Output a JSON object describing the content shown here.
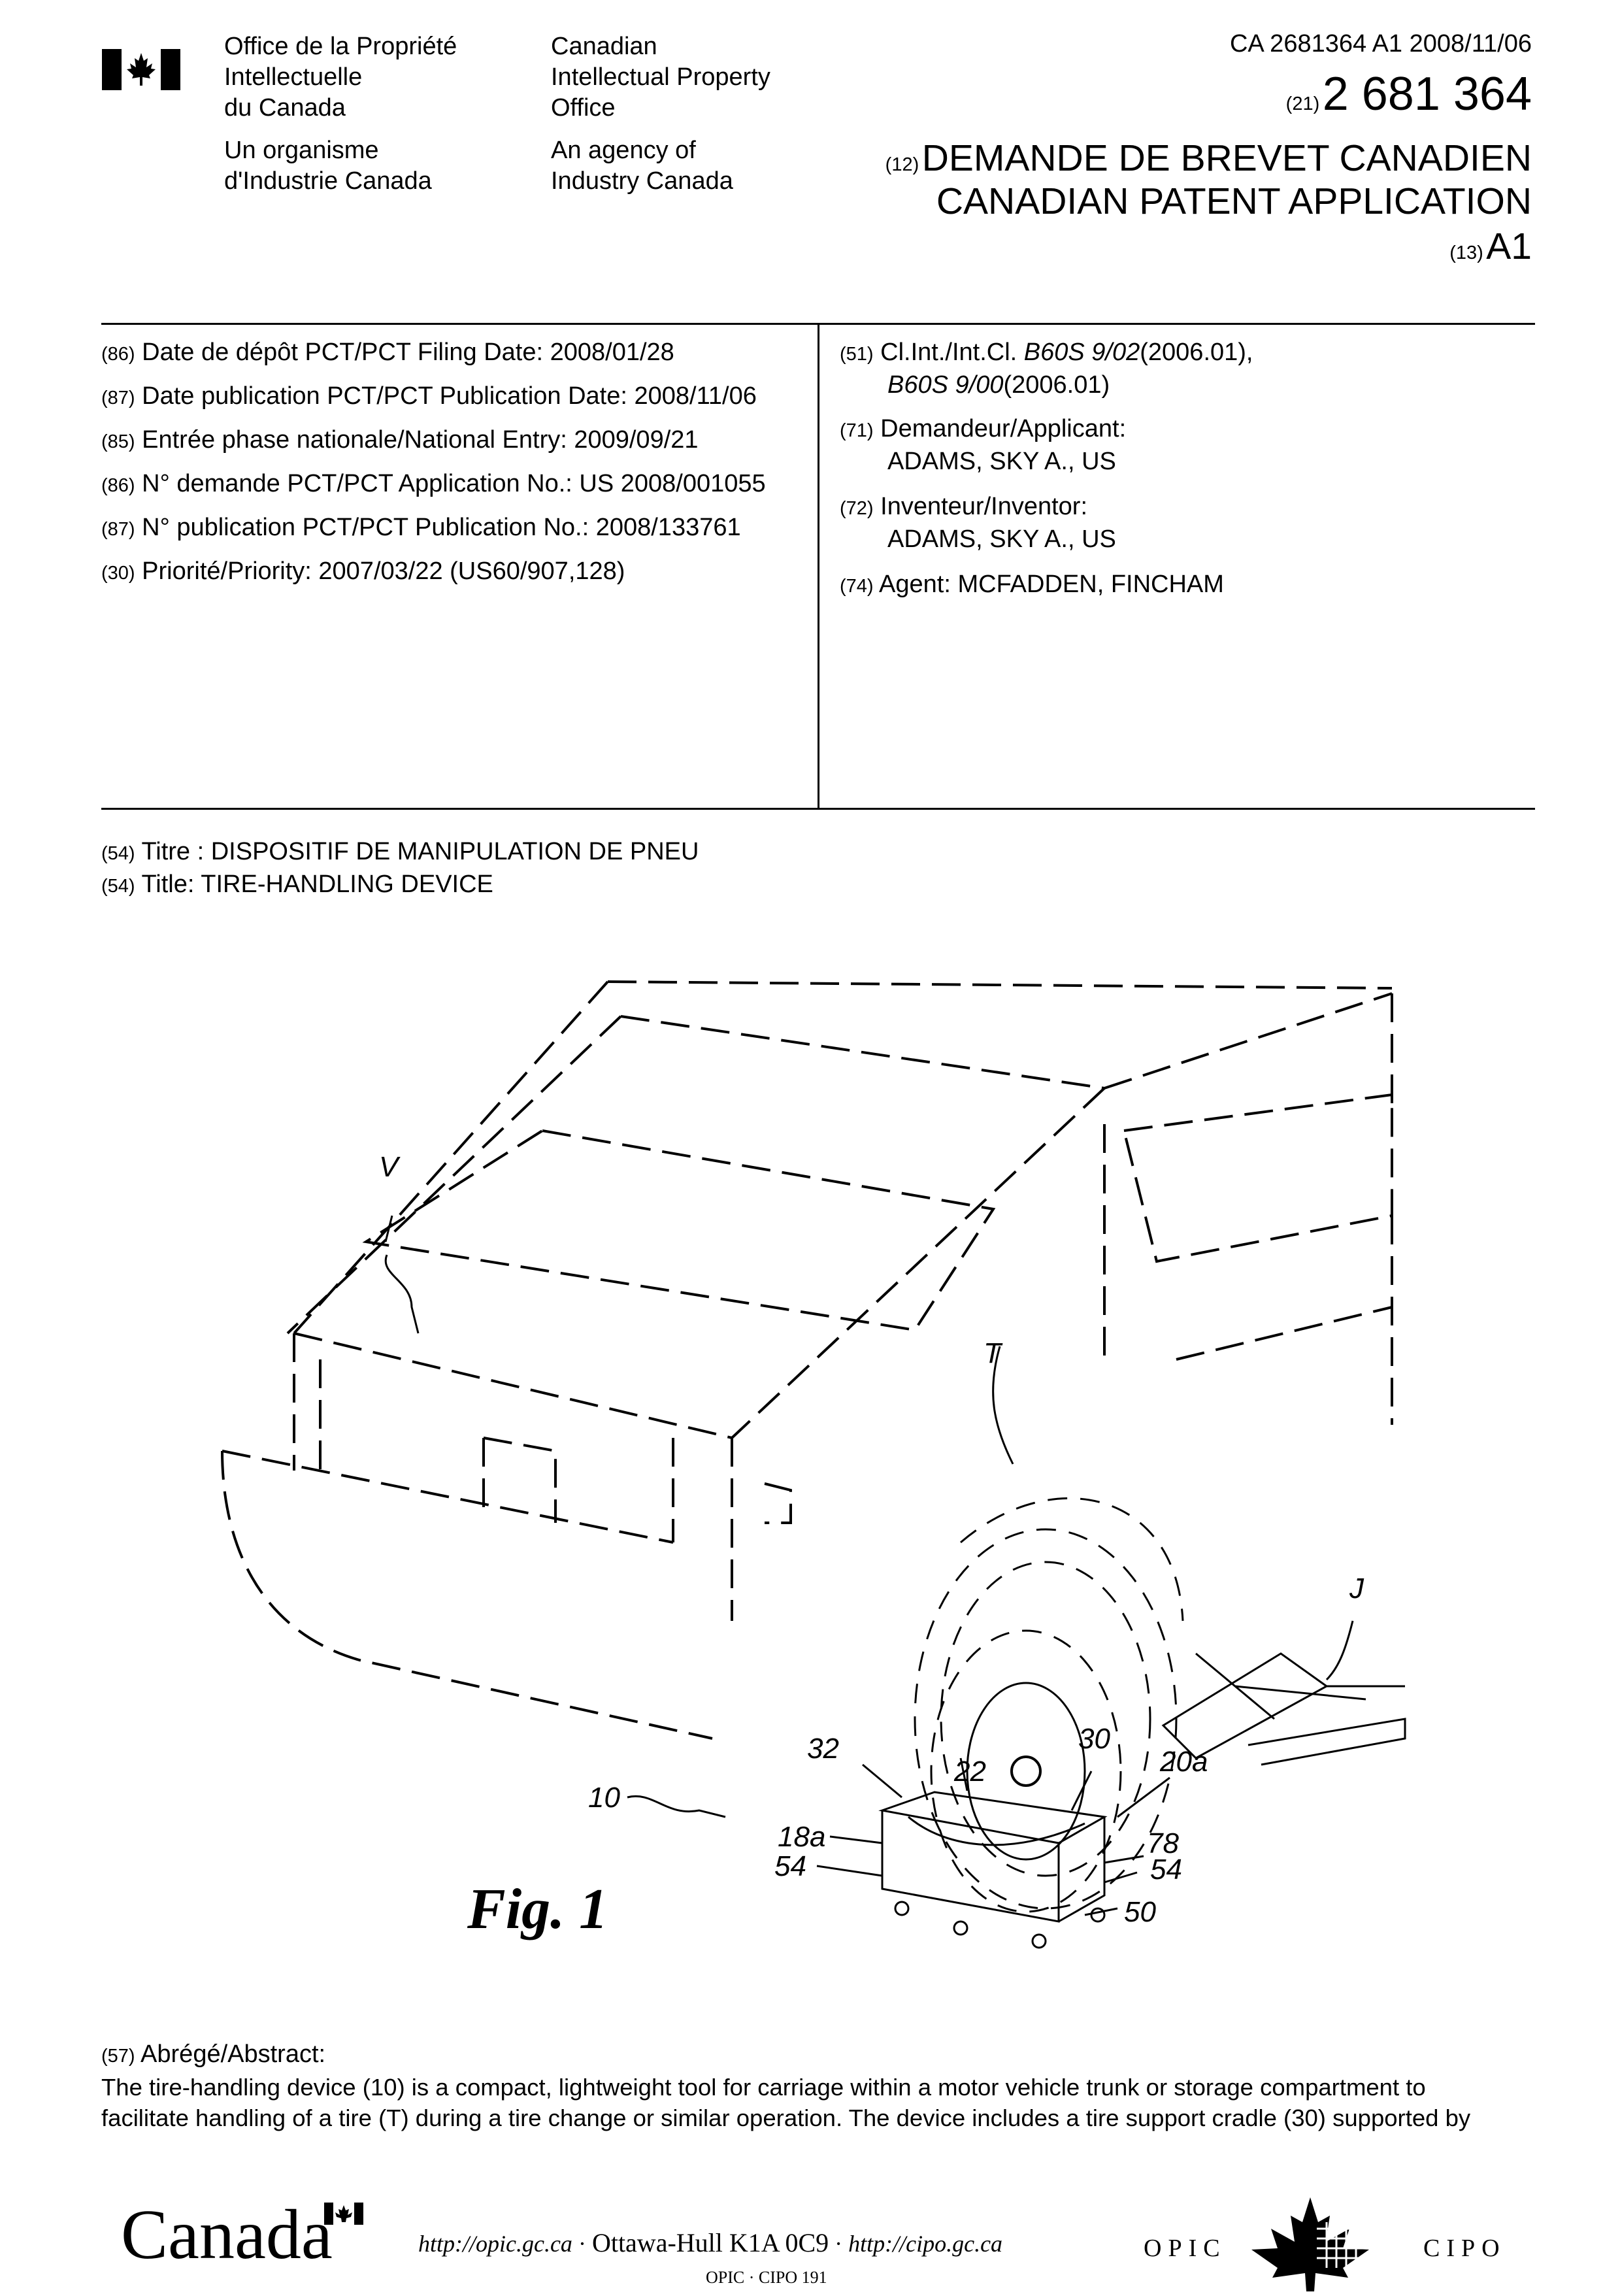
{
  "header": {
    "office_fr": [
      "Office de la Propriété",
      "Intellectuelle",
      "du Canada"
    ],
    "agency_fr": [
      "Un organisme",
      "d'Industrie Canada"
    ],
    "office_en": [
      "Canadian",
      "Intellectual Property",
      "Office"
    ],
    "agency_en": [
      "An agency of",
      "Industry Canada"
    ],
    "doc_ref": "CA 2681364  A1  2008/11/06",
    "code21": "(21)",
    "app_number": "2 681 364",
    "code12": "(12)",
    "title_fr": "DEMANDE DE BREVET CANADIEN",
    "title_en": "CANADIAN PATENT APPLICATION",
    "code13": "(13)",
    "kind": "A1"
  },
  "biblio_left": [
    {
      "code": "(86)",
      "text": "Date de dépôt PCT/PCT Filing Date: 2008/01/28"
    },
    {
      "code": "(87)",
      "text": "Date publication PCT/PCT Publication Date: 2008/11/06"
    },
    {
      "code": "(85)",
      "text": "Entrée phase nationale/National Entry: 2009/09/21"
    },
    {
      "code": "(86)",
      "text": "N° demande PCT/PCT Application No.: US 2008/001055"
    },
    {
      "code": "(87)",
      "text": "N° publication PCT/PCT Publication No.: 2008/133761"
    },
    {
      "code": "(30)",
      "text": "Priorité/Priority: 2007/03/22 (US60/907,128)"
    }
  ],
  "biblio_right": {
    "class_code": "(51)",
    "class_label": "Cl.Int./Int.Cl.",
    "class1": "B60S 9/02",
    "class1_date": "(2006.01),",
    "class2": "B60S 9/00",
    "class2_date": "(2006.01)",
    "applicant_code": "(71)",
    "applicant_label": "Demandeur/Applicant:",
    "applicant": "ADAMS, SKY A., US",
    "inventor_code": "(72)",
    "inventor_label": "Inventeur/Inventor:",
    "inventor": "ADAMS, SKY A., US",
    "agent_code": "(74)",
    "agent_text": "Agent: MCFADDEN, FINCHAM"
  },
  "titles": {
    "code": "(54)",
    "titre_label": "Titre : ",
    "titre": "DISPOSITIF DE MANIPULATION DE PNEU",
    "title_label": "Title:  ",
    "title": "TIRE-HANDLING DEVICE"
  },
  "figure": {
    "caption": "Fig.  1",
    "labels": [
      "V",
      "T",
      "J",
      "10",
      "32",
      "22",
      "30",
      "20a",
      "18a",
      "54",
      "78",
      "54",
      "50"
    ]
  },
  "abstract": {
    "code": "(57)",
    "label": "Abrégé/Abstract:",
    "line1": "The tire-handling device (10) is a compact, lightweight tool for carriage within a motor vehicle trunk or storage compartment to",
    "line2": "facilitate handling of a tire (T) during a tire change or similar operation. The device includes a tire support cradle (30) supported by"
  },
  "footer": {
    "canada": "Canada",
    "url1": "http://opic.gc.ca",
    "sep": " · ",
    "city": "Ottawa-Hull K1A 0C9",
    "url2": "http://cipo.gc.ca",
    "opic": "OPIC",
    "cipo": "CIPO",
    "form": "OPIC · CIPO 191"
  }
}
